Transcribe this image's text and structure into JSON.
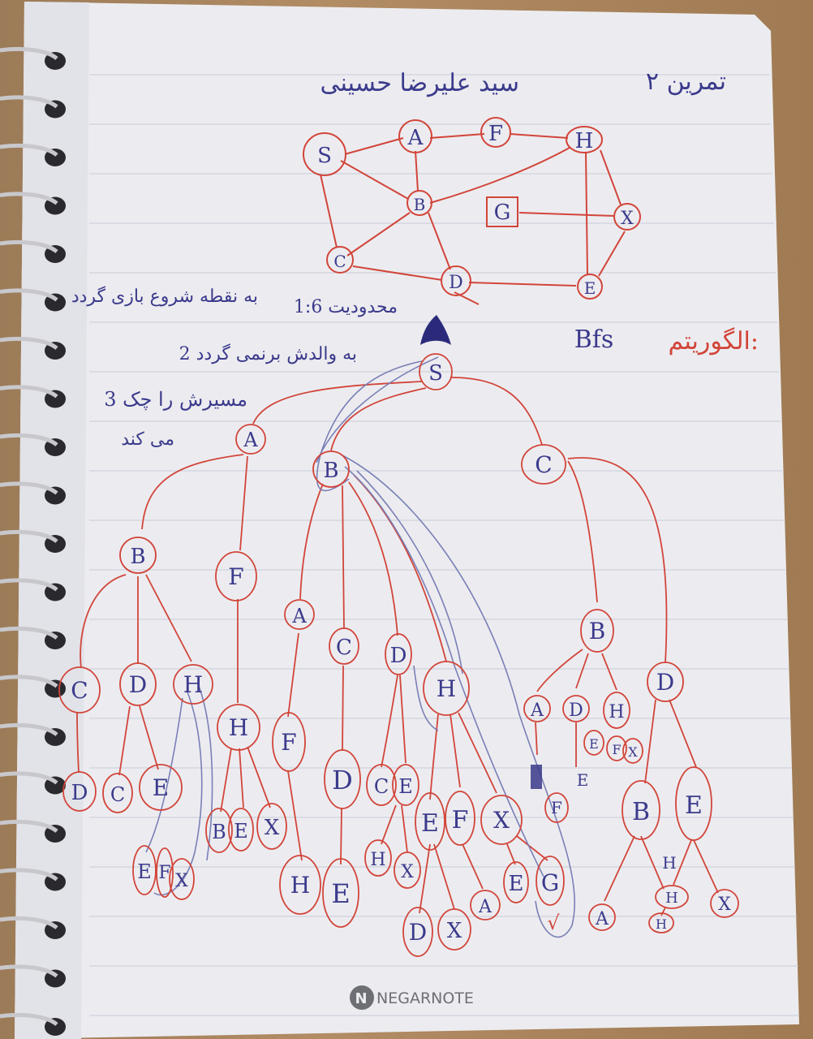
{
  "page": {
    "header_name": "سید علیرضا حسینی",
    "header_exercise": "تمرین ۲",
    "brand": "NEGARNOTE"
  },
  "graph": {
    "nodes": [
      "S",
      "A",
      "F",
      "H",
      "B",
      "G",
      "X",
      "C",
      "D",
      "E"
    ]
  },
  "notes": {
    "line1_label": "محدودیت 1:6",
    "line1_text": "به نقطه شروع بازی گردد",
    "line2": "2 به والدش برنمی گردد",
    "line3a": "3 مسیرش را چک",
    "line3b": "می کند",
    "algo_label": "الگوریتم:",
    "algo_value": "Bfs"
  },
  "tree": {
    "root": "S",
    "level1": [
      "A",
      "B",
      "C"
    ],
    "level2_A": [
      "B",
      "F"
    ],
    "level2_B": [
      "A",
      "C",
      "D",
      "H"
    ],
    "level2_C": [
      "B",
      "D"
    ],
    "level3_AB": [
      "C",
      "D",
      "H"
    ],
    "level3_AF": [
      "H"
    ],
    "level3_BA": [
      "F"
    ],
    "level3_BC": [
      "D"
    ],
    "level3_BD": [
      "C",
      "E"
    ],
    "level3_BH": [
      "E",
      "F",
      "X"
    ],
    "level3_CB": [
      "A",
      "D",
      "H"
    ],
    "level3_CD": [
      "B",
      "E"
    ],
    "level4_ABC": [
      "D"
    ],
    "level4_ABD": [
      "C",
      "E"
    ],
    "level4_ABH": [
      "E",
      "F",
      "X"
    ],
    "level4_AFH": [
      "B",
      "E",
      "X"
    ],
    "level4_BAF": [
      "H"
    ],
    "level4_BCD": [
      "E"
    ],
    "level4_BDE": [
      "H",
      "X"
    ],
    "level4_BHE": [
      "D",
      "X"
    ],
    "level4_BHF": [
      "A"
    ],
    "level4_BHX": [
      "E",
      "G"
    ],
    "level4_CBA": [
      "F"
    ],
    "level4_CBD": [
      "E"
    ],
    "level4_CBH": [
      "E",
      "F",
      "X"
    ],
    "level4_CDB": [
      "A",
      "H"
    ],
    "level4_CDE": [
      "H",
      "X"
    ],
    "level5_CDBH": [
      "H"
    ],
    "goal_mark": "√"
  }
}
